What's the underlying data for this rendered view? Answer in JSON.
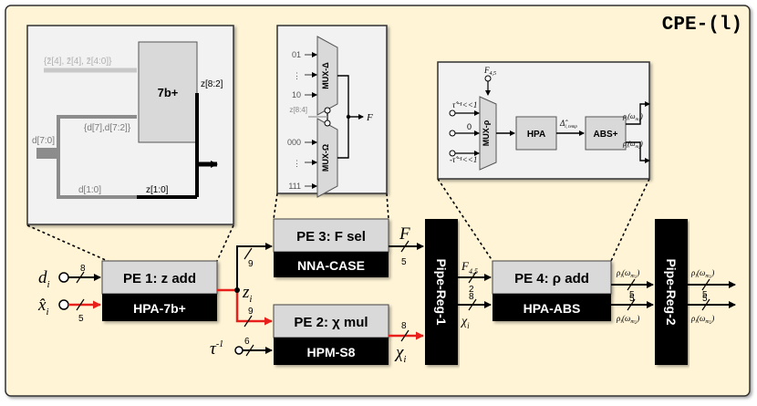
{
  "title": "CPE-(l)",
  "colors": {
    "background": "#FFF4D6",
    "block_top": "#D9D9D9",
    "block_bottom": "#000000",
    "red_wire": "#E8201C",
    "gray_wire": "#8C8C8C",
    "light_wire": "#C8C8C8"
  },
  "blocks": {
    "pe1": {
      "top": "PE 1: z add",
      "bottom": "HPA-7b+"
    },
    "pe2": {
      "top": "PE 2: χ mul",
      "bottom": "HPM-S8"
    },
    "pe3": {
      "top": "PE 3: F sel",
      "bottom": "NNA-CASE"
    },
    "pe4": {
      "top": "PE 4: ρ add",
      "bottom": "HPA-ABS"
    },
    "reg1": "Pipe-Reg-1",
    "reg2": "Pipe-Reg-2"
  },
  "signals": {
    "d": "d",
    "d_sub": "i",
    "x": "x̂",
    "x_sub": "i",
    "tau": "τ",
    "tau_sup": "-1",
    "z": "z",
    "z_sub": "i",
    "F": "F",
    "F45": "F",
    "F45_sub": "4,5",
    "chi": "χ",
    "chi_sub": "i",
    "rho": "ρ",
    "rho_sub": "i",
    "omega": "(ω",
    "m1": "m",
    "m1_sub": "1",
    "m2": "m",
    "m2_sub": "2"
  },
  "widths": {
    "d": "8",
    "x": "5",
    "z_pe3": "9",
    "z_pe2": "9",
    "tau": "6",
    "F": "5",
    "chi": "8",
    "F45": "2",
    "chi_r": "8",
    "rho1": "5",
    "rho2": "5",
    "out1": "5",
    "out2": "5"
  },
  "inset1": {
    "adder": "7b+",
    "in_top": "{z̃[4], z̃[4], z̃[4:0]}",
    "in_mid": "{d[7],d[7:2]}",
    "d_in": "d[7:0]",
    "d_low": "d[1:0]",
    "z_low": "z[1:0]",
    "z_high": "z[8:2]"
  },
  "inset2": {
    "mux_top": "MUX-Δ",
    "mux_bot": "MUX-Ω",
    "in": [
      "01",
      "⋮",
      "10",
      "000",
      "⋮",
      "111"
    ],
    "sel": "z[8:4]",
    "out": "F"
  },
  "inset3": {
    "sel": "F",
    "sel_sub": "4,5",
    "in_top": "τ̂⁻¹<<1",
    "in_mid": "0",
    "in_bot": "-τ̂⁻¹<<1",
    "mux": "MUX-ρ",
    "hpa": "HPA",
    "mid_sig": "Δ̂",
    "mid_sub": "l, temp",
    "abs": "ABS+",
    "out1": "ρ",
    "out2": "ρ"
  }
}
